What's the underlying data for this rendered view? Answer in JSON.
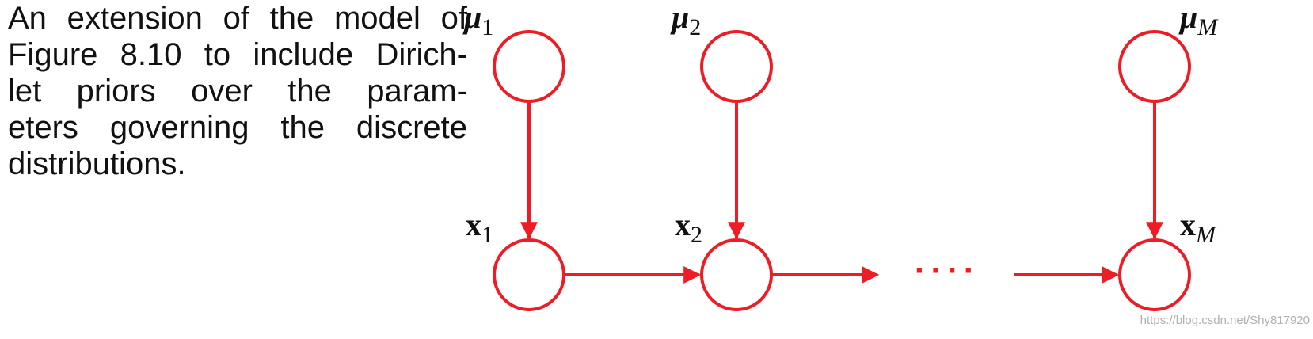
{
  "caption_lines": [
    "An extension of the model of",
    "Figure 8.10 to include Dirich-",
    "let priors over the param-",
    "eters governing the discrete",
    "distributions."
  ],
  "nodes": {
    "mu1": {
      "base": "μ",
      "sub": "1"
    },
    "mu2": {
      "base": "μ",
      "sub": "2"
    },
    "muM": {
      "base": "μ",
      "sub": "M"
    },
    "x1": {
      "base": "x",
      "sub": "1"
    },
    "x2": {
      "base": "x",
      "sub": "2"
    },
    "xM": {
      "base": "x",
      "sub": "M"
    }
  },
  "ellipsis": "····",
  "colors": {
    "node_stroke": "#ee1c25",
    "arrow": "#ee1c25",
    "text": "#111111"
  },
  "watermark": "https://blog.csdn.net/Shy817920"
}
